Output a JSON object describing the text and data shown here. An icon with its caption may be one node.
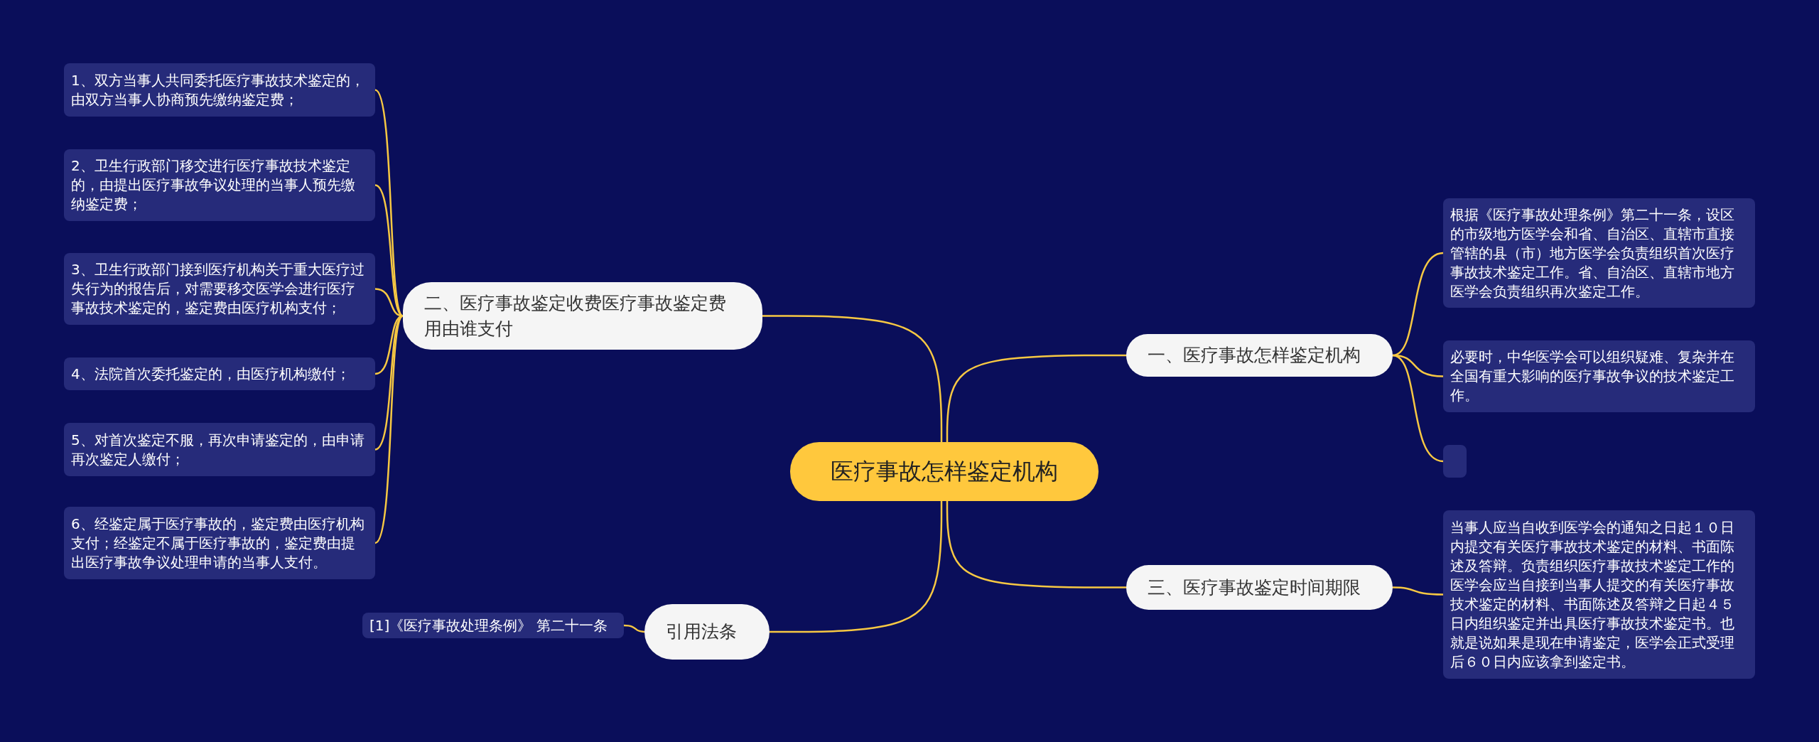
{
  "diagram": {
    "nodes": [
      {
        "text": [
          "医疗事故怎样鉴定机构"
        ]
      },
      {
        "text": [
          "二、医疗事故鉴定收费医疗事故鉴定费用由谁支付"
        ]
      },
      {
        "text": [
          "1、双方当事人共同委托医疗事故技术鉴定的，由双方当事人协商预先缴纳鉴定费；"
        ]
      },
      {
        "text": [
          "2、卫生行政部门移交进行医疗事故技术鉴定的，由提出医疗事故争议处理的当事人预先缴纳鉴定费；"
        ]
      },
      {
        "text": [
          "3、卫生行政部门接到医疗机构关于重大医疗过失行为的报告后，对需要移交医学会进行医疗事故技术鉴定的，鉴定费由医疗机构支付；"
        ]
      },
      {
        "text": [
          "4、法院首次委托鉴定的，由医疗机构缴付；"
        ]
      },
      {
        "text": [
          "5、对首次鉴定不服，再次申请鉴定的，由申请再次鉴定人缴付；"
        ]
      },
      {
        "text": [
          "6、经鉴定属于医疗事故的，鉴定费由医疗机构支付；经鉴定不属于医疗事故的，鉴定费由提出医疗事故争议处理申请的当事人支付。"
        ]
      },
      {
        "text": [
          "一、医疗事故怎样鉴定机构"
        ]
      },
      {
        "text": [
          "根据《医疗事故处理条例》第二十一条，设区的市级地方医学会和省、自治区、直辖市直接管辖的县（市）地方医学会负责组织首次医疗事故技术鉴定工作。省、自治区、直辖市地方医学会负责组织再次鉴定工作。"
        ]
      },
      {
        "text": [
          "必要时，中华医学会可以组织疑难、复杂并在全国有重大影响的医疗事故争议的技术鉴定工作。"
        ]
      },
      {
        "text": [],
        "shape": "box"
      },
      {
        "text": [
          "三、医疗事故鉴定时间期限"
        ]
      },
      {
        "text": [
          "当事人应当自收到医学会的通知之日起１０日内提交有关医疗事故技术鉴定的材料、书面陈述及答辩。负责组织医疗事故技术鉴定工作的医学会应当自接到当事人提交的有关医疗事故技术鉴定的材料、书面陈述及答辩之日起４５日内组织鉴定并出具医疗事故技术鉴定书。也就是说如果是现在申请鉴定，医学会正式受理后６０日内应该拿到鉴定书。"
        ]
      },
      {
        "text": [
          "引用法条"
        ]
      },
      {
        "text": [
          "[1]《医疗事故处理条例》 第二十一条"
        ]
      }
    ],
    "edges": [
      {
        "from": 0,
        "to": 1,
        "arrow": "none"
      },
      {
        "from": 1,
        "to": 2,
        "arrow": "none"
      },
      {
        "from": 1,
        "to": 3,
        "arrow": "none"
      },
      {
        "from": 1,
        "to": 4,
        "arrow": "none"
      },
      {
        "from": 1,
        "to": 5,
        "arrow": "none"
      },
      {
        "from": 1,
        "to": 6,
        "arrow": "none"
      },
      {
        "from": 1,
        "to": 7,
        "arrow": "none"
      },
      {
        "from": 0,
        "to": 8,
        "arrow": "none"
      },
      {
        "from": 8,
        "to": 9,
        "arrow": "none"
      },
      {
        "from": 8,
        "to": 10,
        "arrow": "none"
      },
      {
        "from": 8,
        "to": 11,
        "arrow": "none"
      },
      {
        "from": 0,
        "to": 12,
        "arrow": "none"
      },
      {
        "from": 12,
        "to": 13,
        "arrow": "none"
      },
      {
        "from": 0,
        "to": 14,
        "arrow": "none"
      },
      {
        "from": 14,
        "to": 15,
        "arrow": "none"
      }
    ]
  }
}
